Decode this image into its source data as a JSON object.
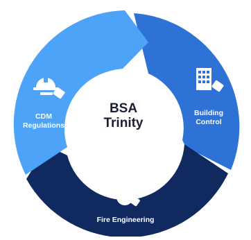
{
  "center": {
    "line1": "BSA",
    "line2": "Trinity"
  },
  "segments": [
    {
      "id": "cdm",
      "line1": "CDM",
      "line2": "Regulations",
      "color": "#4da3f7",
      "icon": "hard-hat-icon"
    },
    {
      "id": "building",
      "line1": "Building",
      "line2": "Control",
      "color": "#2f72d6",
      "icon": "building-icon"
    },
    {
      "id": "fire",
      "line1": "Fire Engineering",
      "line2": "",
      "color": "#10295f",
      "icon": "flame-icon"
    }
  ]
}
